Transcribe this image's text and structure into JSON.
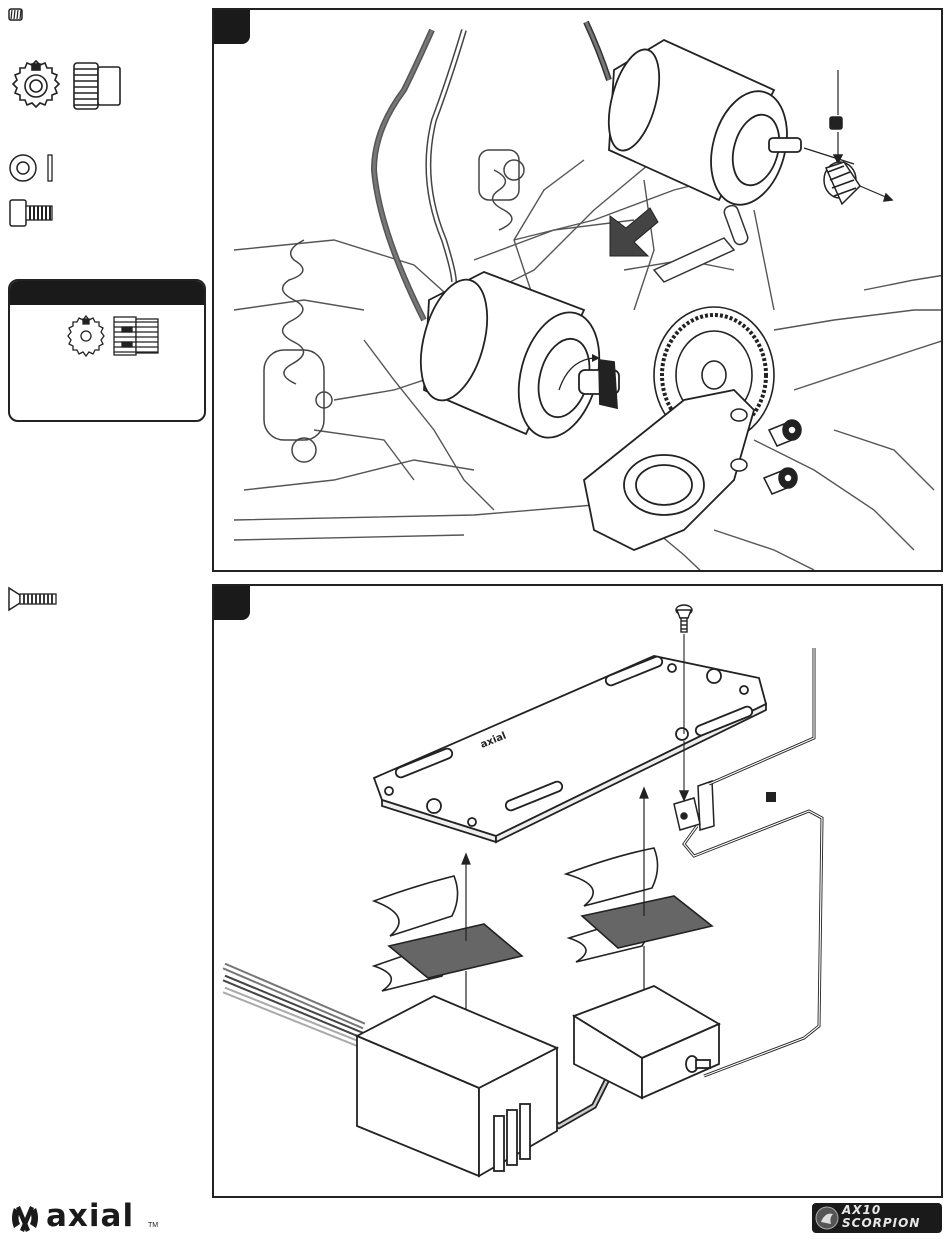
{
  "footer": {
    "brand": "axial",
    "trademark": "TM",
    "product_line1": "AX10",
    "product_line2": "SCORPION"
  },
  "steps": [
    {
      "number": "",
      "content": "motor-and-pinion-installation"
    },
    {
      "number": "",
      "content": "electronics-tray-installation"
    }
  ],
  "icons": {
    "set_screw": "set-screw-icon",
    "pinion_gear": "pinion-gear-icon",
    "washer": "washer-icon",
    "cap_screw": "cap-screw-icon",
    "flat_head_screw": "flat-head-screw-icon",
    "double_sided_tape": "double-sided-tape-icon",
    "mount_marker": "square-marker-icon"
  }
}
